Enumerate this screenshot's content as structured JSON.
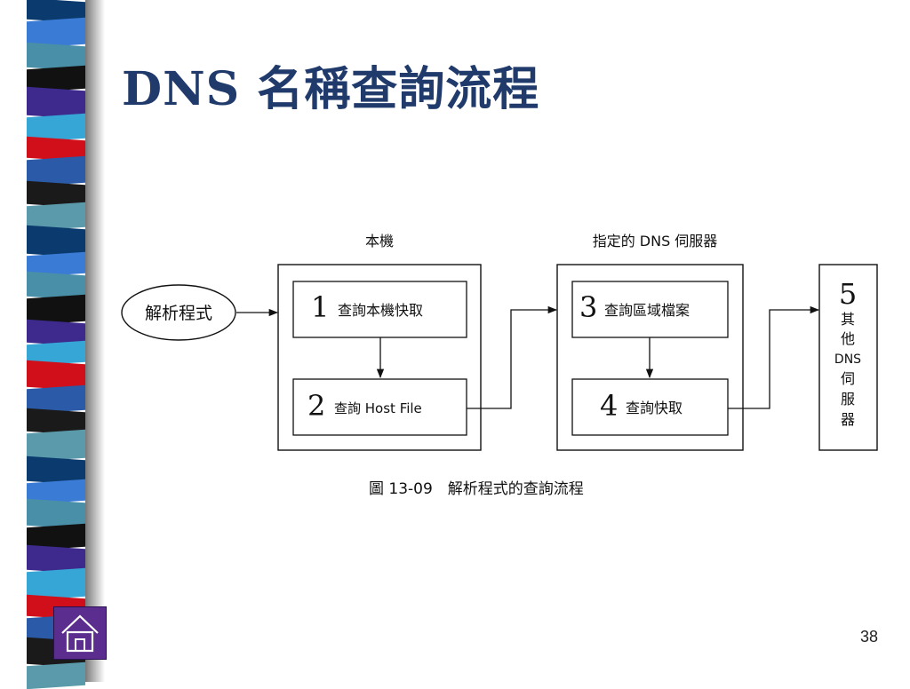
{
  "slide": {
    "title": "DNS 名稱查詢流程",
    "page_number": "38"
  },
  "diagram": {
    "resolver_label": "解析程式",
    "local_group": {
      "label": "本機",
      "steps": [
        {
          "num": "1",
          "text": "查詢本機快取"
        },
        {
          "num": "2",
          "text": "查詢 Host File"
        }
      ]
    },
    "dns_group": {
      "label": "指定的 DNS 伺服器",
      "steps": [
        {
          "num": "3",
          "text": "查詢區域檔案"
        },
        {
          "num": "4",
          "text": "查詢快取"
        }
      ]
    },
    "other_server": {
      "num": "5",
      "lines": [
        "其",
        "他",
        "DNS",
        "伺",
        "服",
        "器"
      ]
    },
    "caption": "圖 13-09　解析程式的查詢流程"
  },
  "colors": {
    "title": "#1f3a6b",
    "home_button": "#5b2d8e"
  },
  "icons": {
    "home": "home-icon"
  }
}
